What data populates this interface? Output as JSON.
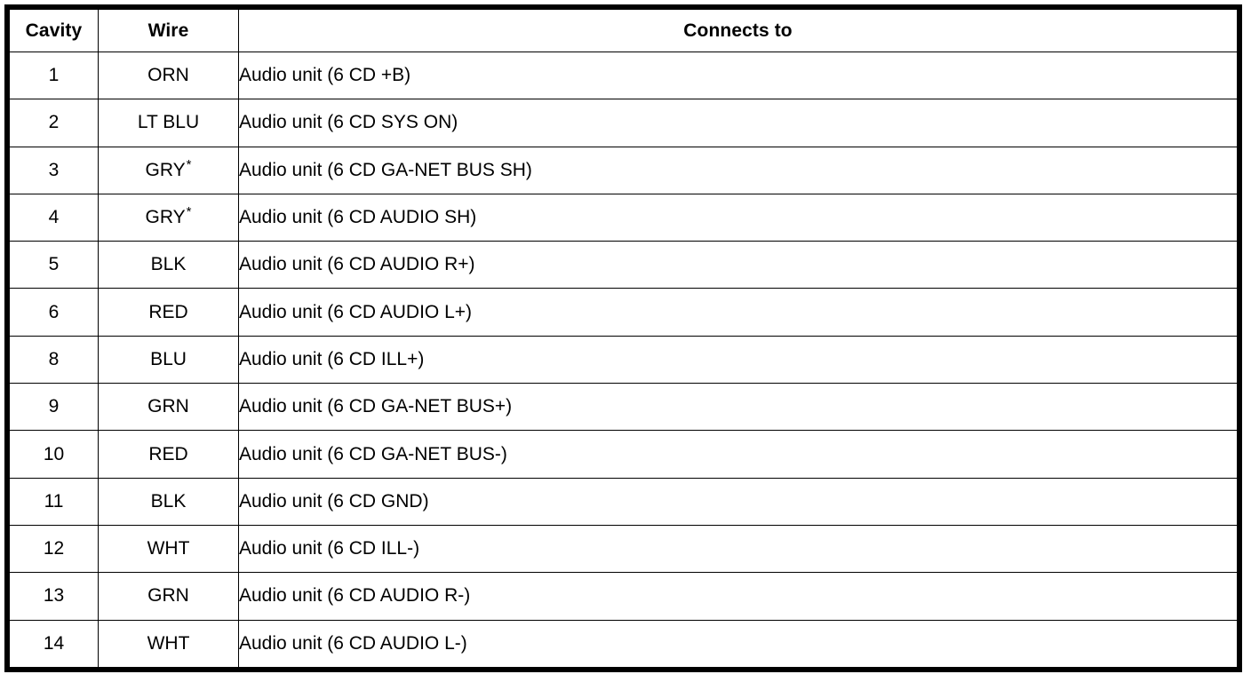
{
  "table": {
    "columns": [
      {
        "key": "cavity",
        "label": "Cavity",
        "align": "center"
      },
      {
        "key": "wire",
        "label": "Wire",
        "align": "center"
      },
      {
        "key": "connects_to",
        "label": "Connects to",
        "align": "center"
      }
    ],
    "rows": [
      {
        "cavity": "1",
        "wire": "ORN",
        "wire_marker": "",
        "connects_to": "Audio unit (6 CD +B)"
      },
      {
        "cavity": "2",
        "wire": "LT BLU",
        "wire_marker": "",
        "connects_to": "Audio unit (6 CD SYS ON)"
      },
      {
        "cavity": "3",
        "wire": "GRY",
        "wire_marker": "*",
        "connects_to": "Audio unit (6 CD GA-NET BUS SH)"
      },
      {
        "cavity": "4",
        "wire": "GRY",
        "wire_marker": "*",
        "connects_to": "Audio unit (6 CD AUDIO SH)"
      },
      {
        "cavity": "5",
        "wire": "BLK",
        "wire_marker": "",
        "connects_to": "Audio unit (6 CD AUDIO R+)"
      },
      {
        "cavity": "6",
        "wire": "RED",
        "wire_marker": "",
        "connects_to": "Audio unit (6 CD AUDIO L+)"
      },
      {
        "cavity": "8",
        "wire": "BLU",
        "wire_marker": "",
        "connects_to": "Audio unit (6 CD ILL+)"
      },
      {
        "cavity": "9",
        "wire": "GRN",
        "wire_marker": "",
        "connects_to": "Audio unit (6 CD GA-NET BUS+)"
      },
      {
        "cavity": "10",
        "wire": "RED",
        "wire_marker": "",
        "connects_to": "Audio unit (6 CD GA-NET BUS-)"
      },
      {
        "cavity": "11",
        "wire": "BLK",
        "wire_marker": "",
        "connects_to": "Audio unit (6 CD GND)"
      },
      {
        "cavity": "12",
        "wire": "WHT",
        "wire_marker": "",
        "connects_to": "Audio unit (6 CD ILL-)"
      },
      {
        "cavity": "13",
        "wire": "GRN",
        "wire_marker": "",
        "connects_to": "Audio unit (6 CD AUDIO R-)"
      },
      {
        "cavity": "14",
        "wire": "WHT",
        "wire_marker": "",
        "connects_to": "Audio unit (6 CD AUDIO L-)"
      }
    ]
  },
  "colors": {
    "border": "#000000",
    "text": "#000000",
    "background": "#ffffff"
  }
}
